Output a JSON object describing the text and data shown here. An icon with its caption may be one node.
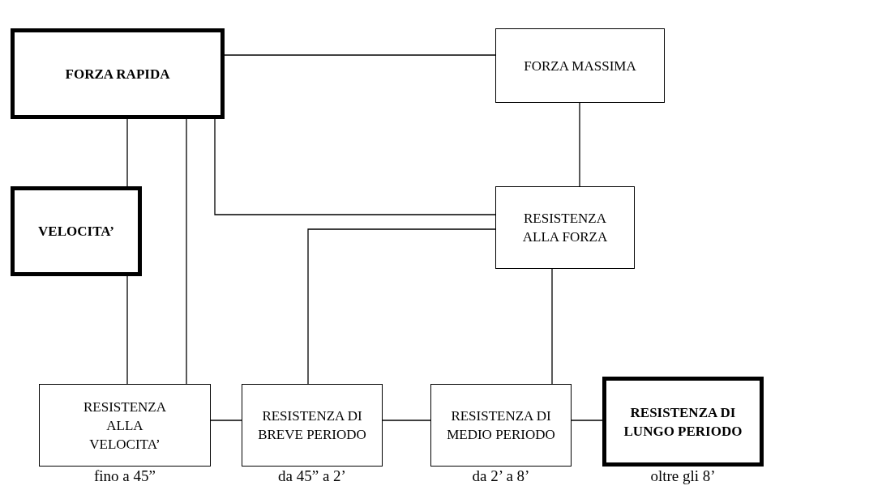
{
  "diagram": {
    "nodes": [
      {
        "text": [
          "FORZA RAPIDA"
        ]
      },
      {
        "text": [
          "FORZA MASSIMA"
        ]
      },
      {
        "text": [
          "VELOCITA’"
        ]
      },
      {
        "text": [
          "RESISTENZA ALLA FORZA"
        ]
      },
      {
        "text": [
          "RESISTENZA ALLA VELOCITA’"
        ],
        "beside": [
          "fino a 45”"
        ]
      },
      {
        "text": [
          "RESISTENZA DI BREVE PERIODO"
        ],
        "beside": [
          "da 45” a 2’"
        ]
      },
      {
        "text": [
          "RESISTENZA DI MEDIO PERIODO"
        ],
        "beside": [
          "da 2’ a 8’"
        ]
      },
      {
        "text": [
          "RESISTENZA DI LUNGO PERIODO"
        ],
        "beside": [
          "oltre gli 8’"
        ]
      }
    ],
    "edges": [
      {
        "from": 0,
        "to": 1,
        "arrow": "none"
      },
      {
        "from": 0,
        "to": 2,
        "arrow": "none"
      },
      {
        "from": 0,
        "to": 4,
        "arrow": "none"
      },
      {
        "from": 0,
        "to": 3,
        "arrow": "none"
      },
      {
        "from": 1,
        "to": 3,
        "arrow": "none"
      },
      {
        "from": 3,
        "to": 5,
        "arrow": "none"
      },
      {
        "from": 3,
        "to": 6,
        "arrow": "none"
      },
      {
        "from": 2,
        "to": 4,
        "arrow": "none"
      },
      {
        "from": 4,
        "to": 5,
        "arrow": "none"
      },
      {
        "from": 5,
        "to": 6,
        "arrow": "none"
      },
      {
        "from": 6,
        "to": 7,
        "arrow": "none"
      }
    ]
  }
}
